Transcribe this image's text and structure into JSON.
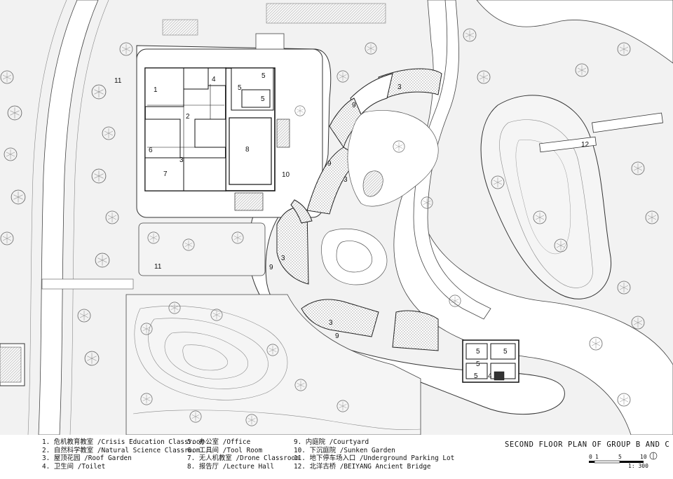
{
  "title": "SECOND FLOOR PLAN OF GROUP B AND C",
  "legend": [
    "1. 危机教育教室 /Crisis Education Classroom",
    "2. 自然科学教室 /Natural Science Classroom",
    "3. 屋顶花园 /Roof Garden",
    "4. 卫生间 /Toilet",
    "5. 办公室 /Office",
    "6. 工具间 /Tool Room",
    "7. 无人机教室 /Drone Classroom",
    "8. 报告厅 /Lecture Hall",
    "9. 内庭院 /Courtyard",
    "10. 下沉庭院 /Sunken Garden",
    "11. 地下停车场入口 /Underground Parking Lot",
    "12. 北洋古桥 /BEIYANG Ancient Bridge"
  ],
  "scale": {
    "ticks": [
      "0",
      "1",
      "5",
      "10"
    ],
    "ratio": "1: 300"
  },
  "room_labels": {
    "n1": "1",
    "n2": "2",
    "n3": "3",
    "n4": "4",
    "n5": "5",
    "n6": "6",
    "n7": "7",
    "n8": "8",
    "n9": "9",
    "n10": "10",
    "n11": "11",
    "n12": "12"
  }
}
